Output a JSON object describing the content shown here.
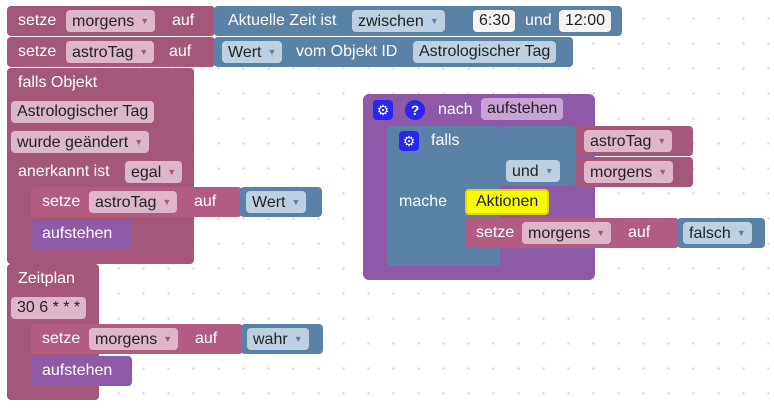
{
  "set_label": "setze",
  "to_label": "auf",
  "and_label": "und",
  "dropdown_arrow": "▼",
  "row1": {
    "variable": "morgens",
    "time_check": "Aktuelle Zeit ist",
    "mode": "zwischen",
    "start": "6:30",
    "end": "12:00"
  },
  "row2": {
    "variable": "astroTag",
    "value_field": "Wert",
    "from_object": "vom Objekt ID",
    "object_id": "Astrologischer Tag"
  },
  "trigger": {
    "header": "falls Objekt",
    "object": "Astrologischer Tag",
    "event": "wurde geändert",
    "acked_label": "anerkannt ist",
    "acked_value": "egal",
    "inner_set_variable": "astroTag",
    "inner_set_value": "Wert",
    "call": "aufstehen"
  },
  "schedule": {
    "header": "Zeitplan",
    "cron": "30 6 * * *",
    "inner_set_variable": "morgens",
    "inner_set_value": "wahr",
    "call": "aufstehen"
  },
  "function": {
    "settings_icon": "gear-icon",
    "help_icon": "?",
    "prefix": "nach",
    "name": "aufstehen",
    "if_label": "falls",
    "cond_a": "astroTag",
    "cond_op": "und",
    "cond_b": "morgens",
    "do_label": "mache",
    "comment": "Aktionen",
    "set_variable": "morgens",
    "set_value": "falsch"
  },
  "colors": {
    "variable_block": "#a5577a",
    "value_block": "#5a81a6",
    "procedure_block": "#8e5aa8",
    "highlight": "#fbfa05"
  }
}
